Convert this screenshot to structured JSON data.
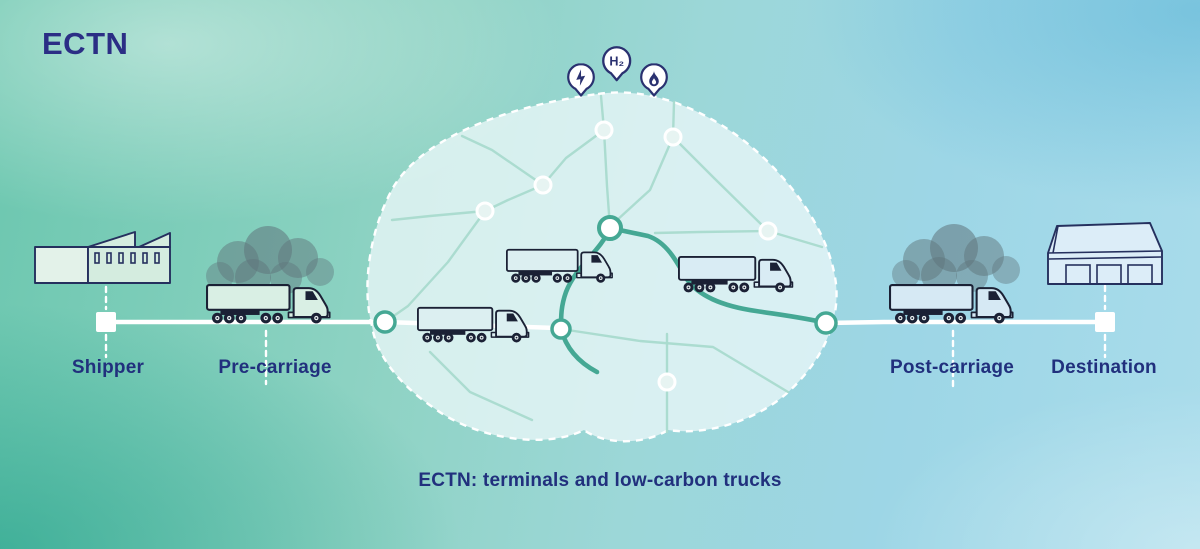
{
  "title": "ECTN",
  "caption": "ECTN: terminals and low-carbon trucks",
  "stages": {
    "shipper": "Shipper",
    "pre_carriage": "Pre-carriage",
    "post_carriage": "Post-carriage",
    "destination": "Destination"
  },
  "pins": {
    "electric_icon": "lightning-bolt",
    "hydrogen_label": "H₂",
    "fuel_icon": "flame"
  },
  "icons": {
    "shipper": "factory-building",
    "destination": "warehouse-building",
    "pre_carriage": "diesel-truck-with-exhaust-smoke",
    "post_carriage": "diesel-truck-with-exhaust-smoke",
    "network_trucks": "low-carbon-truck",
    "nodes": "terminal-node"
  },
  "colors": {
    "title_navy": "#2b2e85",
    "text_navy": "#21307d",
    "ink": "#1b2135",
    "building_ink": "#25305e",
    "pin_navy": "#2a3170",
    "route_teal": "#45a894",
    "net_line": "#a9dacd",
    "node_fill": "#e7f4f2",
    "blob_fill": "rgba(234,247,248,0.78)",
    "smoke": "#5f757c",
    "line_white": "#ffffff"
  }
}
